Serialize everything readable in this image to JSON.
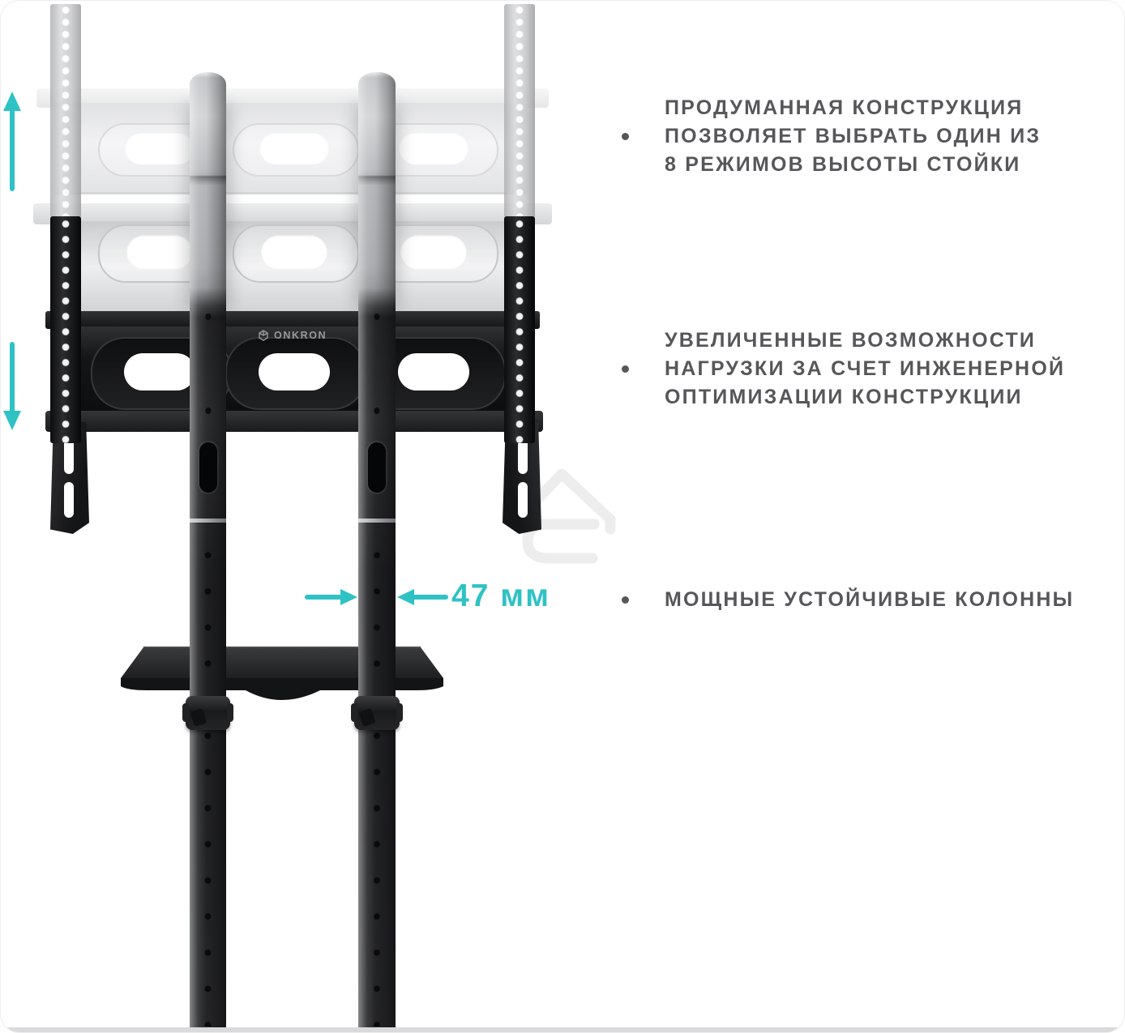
{
  "product": {
    "brand_logo": "ONKRON",
    "type": "tv-floor-stand-diagram"
  },
  "annotations": {
    "features": [
      {
        "text": "ПРОДУМАННАЯ КОНСТРУКЦИЯ\nПОЗВОЛЯЕТ ВЫБРАТЬ ОДИН ИЗ\n8 РЕЖИМОВ ВЫСОТЫ СТОЙКИ"
      },
      {
        "text": "УВЕЛИЧЕННЫЕ ВОЗМОЖНОСТИ\nНАГРУЗКИ ЗА СЧЕТ ИНЖЕНЕРНОЙ\nОПТИМИЗАЦИИ КОНСТРУКЦИИ"
      },
      {
        "text": "МОЩНЫЕ УСТОЙЧИВЫЕ КОЛОННЫ"
      }
    ],
    "measurement_label": "47 мм"
  },
  "icons": {
    "watermark": "house-outline-icon",
    "left_vertical": "up-arrow-icon",
    "left_vertical_lower": "down-arrow-icon",
    "measure_left": "arrow-right-icon",
    "measure_right": "arrow-left-icon"
  },
  "colors": {
    "accent_teal": "#2fc2c5",
    "text_gray": "#57575a"
  }
}
